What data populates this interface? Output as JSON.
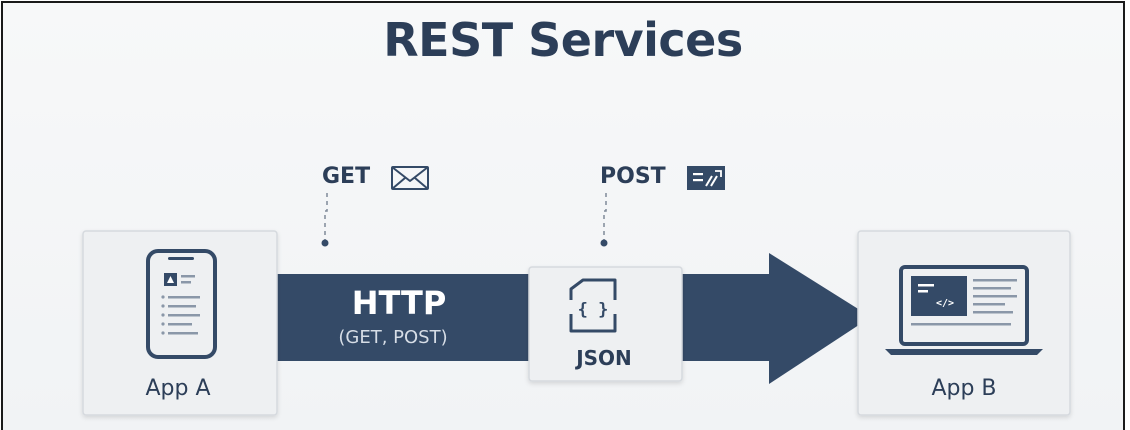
{
  "title": "REST Services",
  "app_a": {
    "label": "App A",
    "icon": "smartphone-icon"
  },
  "app_b": {
    "label": "App B",
    "icon": "laptop-code-icon"
  },
  "channel": {
    "label": "HTTP",
    "sublabel": "(GET, POST)"
  },
  "get": {
    "label": "GET",
    "icon": "envelope-icon"
  },
  "post": {
    "label": "POST",
    "icon": "post-form-icon"
  },
  "payload": {
    "label": "JSON",
    "icon": "json-braces-icon",
    "glyph": "{ }",
    "code_glyph": "</>"
  },
  "colors": {
    "navy": "#344a67",
    "text": "#2c3e58",
    "box_fill": "#eef0f2",
    "box_stroke": "#d5d9de",
    "background": "#f4f5f7"
  }
}
